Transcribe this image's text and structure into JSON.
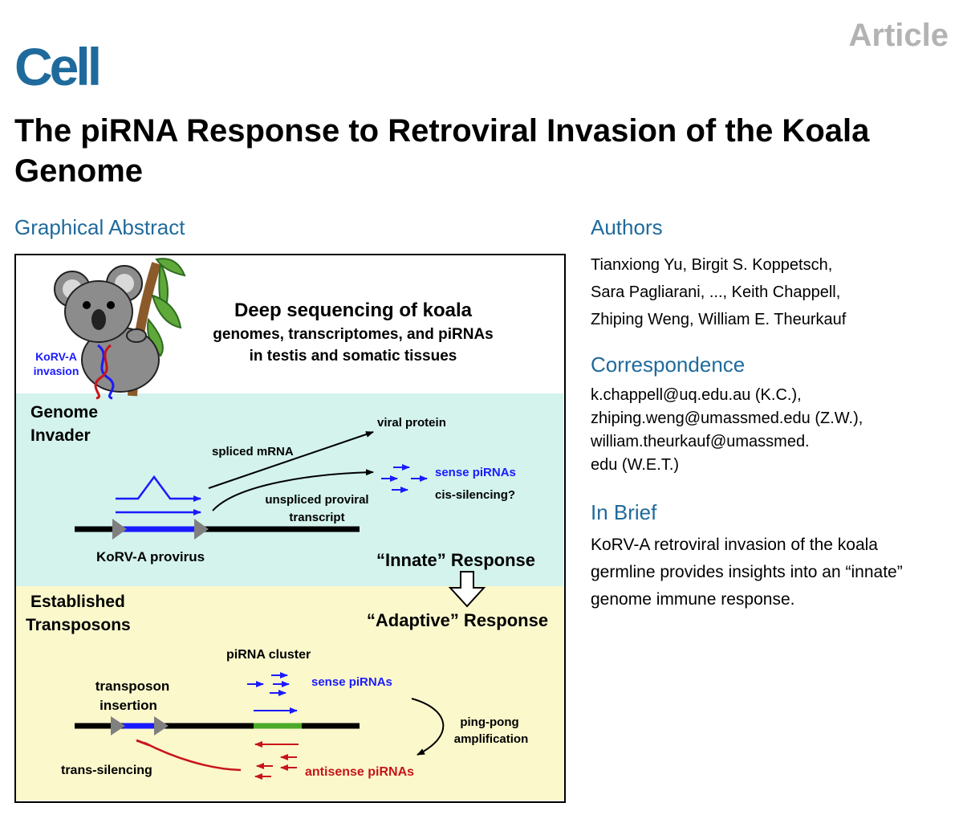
{
  "header": {
    "journal": "Cell",
    "doc_type": "Article"
  },
  "title": "The piRNA Response to Retroviral Invasion of the Koala Genome",
  "sections": {
    "graphical_abstract": "Graphical Abstract",
    "authors": "Authors",
    "correspondence": "Correspondence",
    "in_brief": "In Brief"
  },
  "authors_lines": [
    "Tianxiong Yu, Birgit S. Koppetsch,",
    "Sara Pagliarani, ..., Keith Chappell,",
    "Zhiping Weng, William E. Theurkauf"
  ],
  "correspondence_lines": [
    "k.chappell@uq.edu.au (K.C.),",
    "zhiping.weng@umassmed.edu (Z.W.),",
    "william.theurkauf@umassmed.",
    "edu (W.E.T.)"
  ],
  "in_brief": "KoRV-A retroviral invasion of the koala germline provides insights into an “innate” genome immune response.",
  "figure": {
    "top_title": "Deep sequencing of koala",
    "top_line2": "genomes, transcriptomes, and piRNAs",
    "top_line3": "in testis and somatic tissues",
    "korv_label_1": "KoRV-A",
    "korv_label_2": "invasion",
    "genome_invader_1": "Genome",
    "genome_invader_2": "Invader",
    "viral_protein": "viral protein",
    "spliced_mrna": "spliced mRNA",
    "sense_pirnas": "sense piRNAs",
    "cis_silencing": "cis-silencing?",
    "unspliced_1": "unspliced proviral",
    "unspliced_2": "transcript",
    "provirus": "KoRV-A provirus",
    "innate": "“Innate” Response",
    "established_1": "Established",
    "established_2": "Transposons",
    "adaptive": "“Adaptive” Response",
    "pirna_cluster": "piRNA cluster",
    "sense_pirnas_2": "sense piRNAs",
    "transposon_1": "transposon",
    "transposon_2": "insertion",
    "pingpong_1": "ping-pong",
    "pingpong_2": "amplification",
    "trans_silencing": "trans-silencing",
    "antisense_pirnas": "antisense piRNAs"
  },
  "colors": {
    "brand": "#1f6a9c",
    "article_gray": "#b3b3b3",
    "invader_bg": "#d3f3ec",
    "transposon_bg": "#fbf8cc",
    "sense_blue": "#1a1aff",
    "antisense_red": "#c8141a",
    "cluster_green": "#4caa2a"
  }
}
